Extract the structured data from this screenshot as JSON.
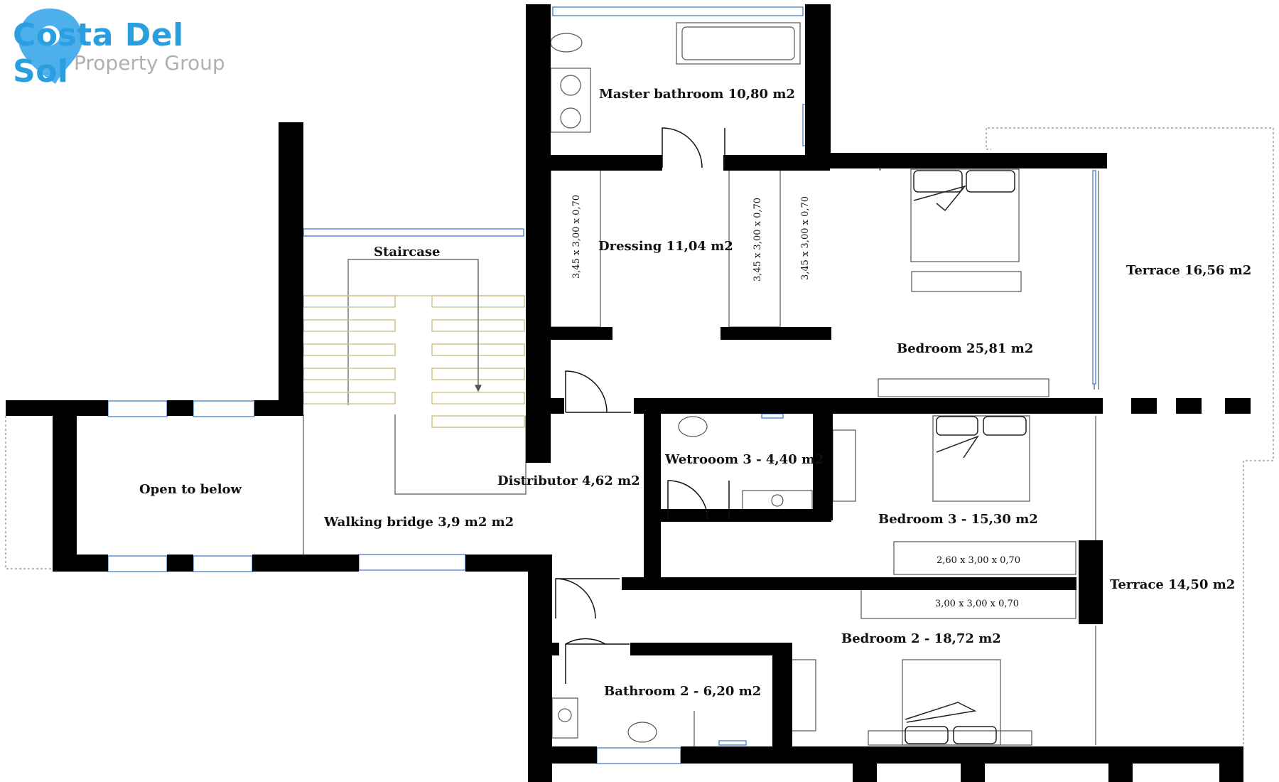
{
  "logo": {
    "title": "Costa Del Sol",
    "subtitle": "Property Group",
    "brand_color": "#2a9fe0"
  },
  "rooms": {
    "master_bathroom": "Master bathroom 10,80 m2",
    "dressing": "Dressing 11,04 m2",
    "bedroom": "Bedroom 25,81 m2",
    "terrace_1": "Terrace 16,56 m2",
    "staircase": "Staircase",
    "open_to_below": "Open to below",
    "walking_bridge": "Walking bridge 3,9 m2 m2",
    "distributor": "Distributor 4,62 m2",
    "wetroom_3": "Wetrooom 3 - 4,40 m2",
    "bedroom_3": "Bedroom 3 - 15,30 m2",
    "terrace_2": "Terrace 14,50 m2",
    "bedroom_2": "Bedroom 2 - 18,72 m2",
    "bathroom_2": "Bathroom 2 - 6,20 m2"
  },
  "wardrobes": {
    "dressing_a": "3,45 x 3,00 x 0,70",
    "dressing_b": "3,45 x 3,00 x 0,70",
    "dressing_c": "3,45 x 3,00 x 0,70",
    "bedroom_3": "2,60 x 3,00 x 0,70",
    "bedroom_2": "3,00 x 3,00 x 0,70"
  },
  "colors": {
    "wall": "#000000",
    "window": "#5b8fd0",
    "stairs": "#d9d0a0"
  }
}
